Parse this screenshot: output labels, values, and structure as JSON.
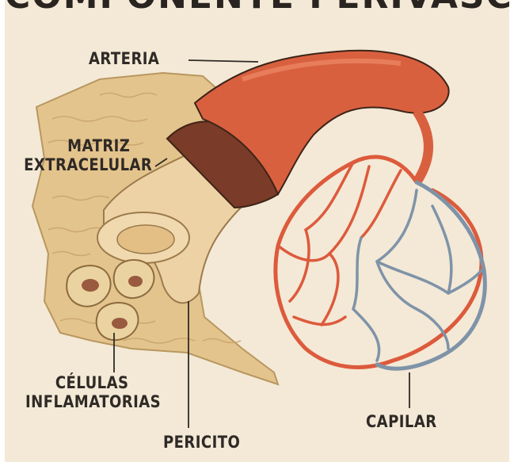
{
  "title": "COMPONENTE PERIVASCULAR",
  "labels": {
    "arteria": "ARTERIA",
    "matriz_line1": "MATRIZ",
    "matriz_line2": "EXTRACELULAR",
    "celulas_line1": "CÉLULAS",
    "celulas_line2": "INFLAMATORIAS",
    "pericito": "PERICITO",
    "capilar": "CAPILAR"
  },
  "colors": {
    "background": "#f3e9d6",
    "tissue": "#e5c892",
    "artery": "#d9603f",
    "artery_ring": "#7a3b28",
    "vessel_red": "#dd5a3c",
    "vessel_blue": "#7f93a8",
    "ink": "#2f2a26"
  }
}
